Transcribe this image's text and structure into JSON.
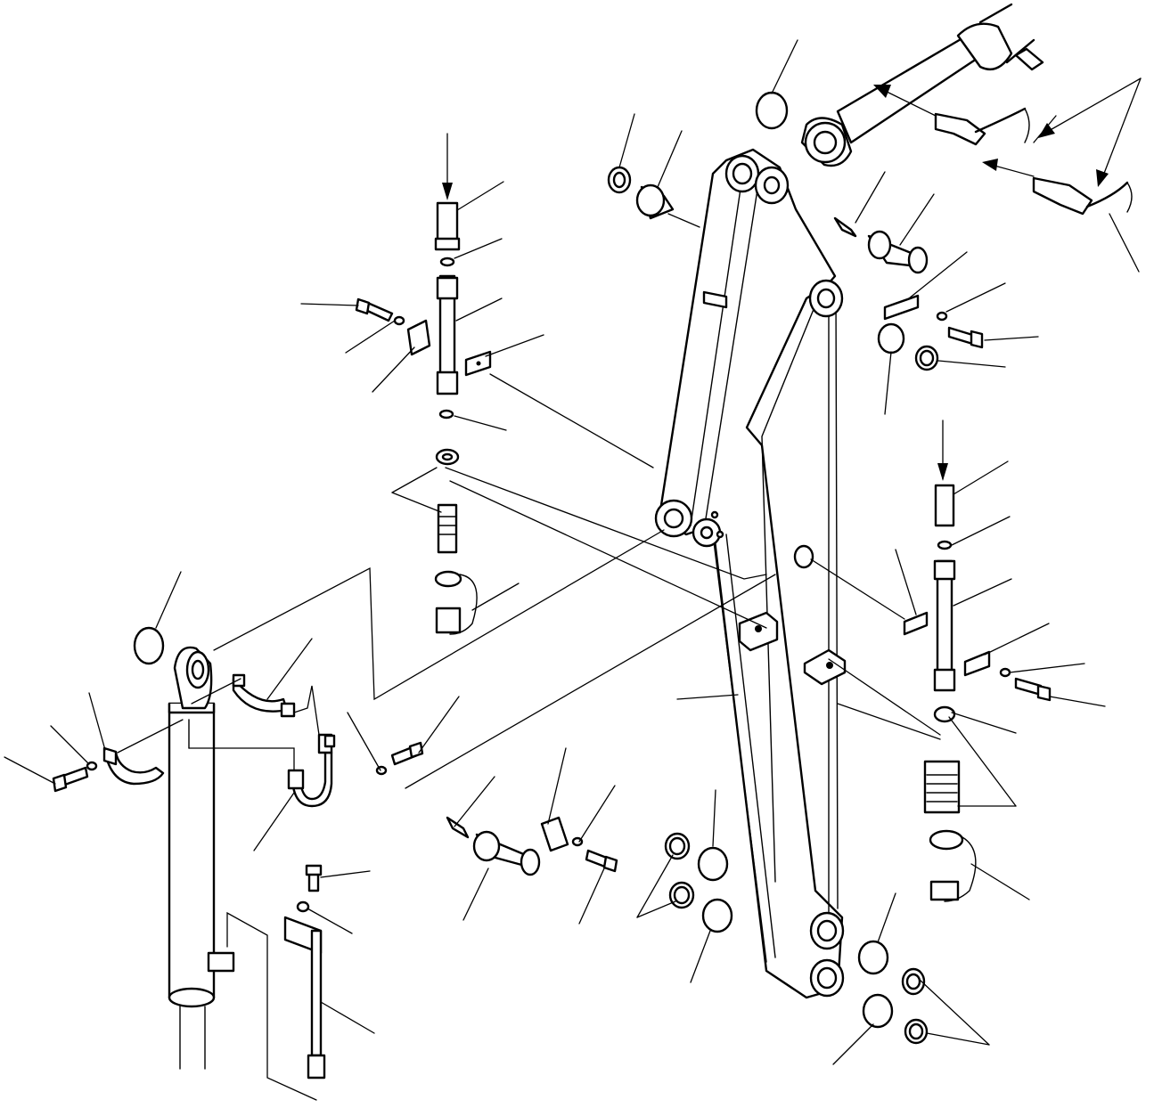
{
  "diagram": {
    "type": "exploded-parts-view",
    "subject": "arm",
    "colors": {
      "line": "#000000",
      "background": "#ffffff"
    },
    "callout_leaders": 52,
    "direction_arrows": 6
  }
}
